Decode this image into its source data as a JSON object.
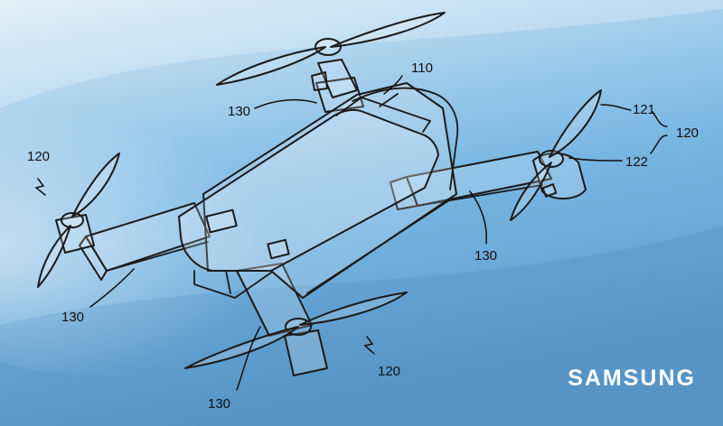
{
  "colors": {
    "background_top": "#d7eaf6",
    "background_mid": "#79b7e3",
    "background_bottom": "#5c99c9",
    "line_art": "#1a1a1a",
    "brand_text": "#ffffff"
  },
  "brand": {
    "logo_text": "SAMSUNG"
  },
  "labels": {
    "body": "110",
    "propeller_assembly_top_right": "120",
    "propeller_blade": "121",
    "propeller_hub": "122",
    "propeller_assembly_left": "120",
    "propeller_assembly_bottom": "120",
    "arm_top": "130",
    "arm_right": "130",
    "arm_left": "130",
    "arm_bottom": "130"
  }
}
